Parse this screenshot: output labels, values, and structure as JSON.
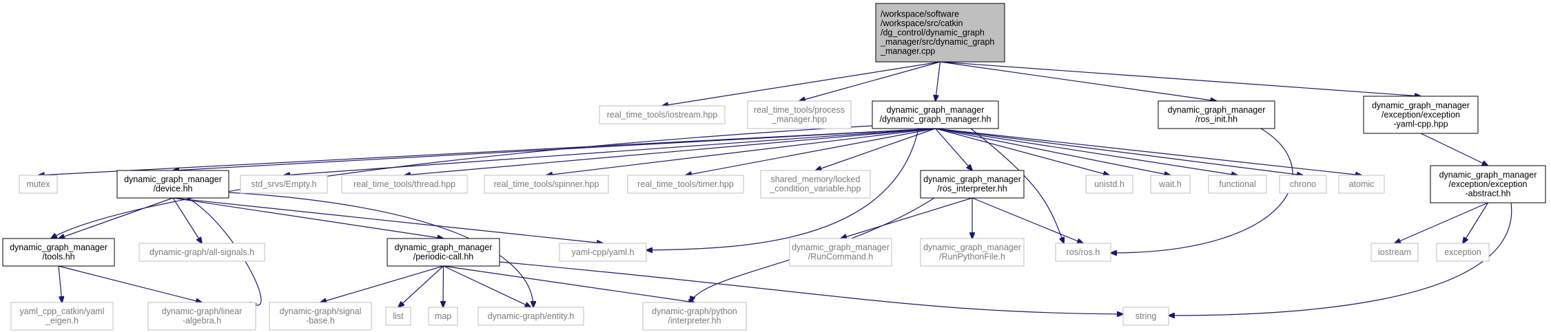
{
  "nodes": [
    {
      "id": "root",
      "lines": [
        "/workspace/software",
        "/workspace/src/catkin",
        "/dg_control/dynamic_graph",
        "_manager/src/dynamic_graph",
        "_manager.cpp"
      ],
      "style": "root"
    },
    {
      "id": "iostream_hpp",
      "lines": [
        "real_time_tools/iostream.hpp"
      ],
      "style": "gray"
    },
    {
      "id": "process_manager",
      "lines": [
        "real_time_tools/process",
        "_manager.hpp"
      ],
      "style": "gray"
    },
    {
      "id": "dgm_hh",
      "lines": [
        "dynamic_graph_manager",
        "/dynamic_graph_manager.hh"
      ],
      "style": "solid"
    },
    {
      "id": "ros_init",
      "lines": [
        "dynamic_graph_manager",
        "/ros_init.hh"
      ],
      "style": "solid"
    },
    {
      "id": "exc_yaml",
      "lines": [
        "dynamic_graph_manager",
        "/exception/exception",
        "-yaml-cpp.hpp"
      ],
      "style": "solid"
    },
    {
      "id": "mutex",
      "lines": [
        "mutex"
      ],
      "style": "gray"
    },
    {
      "id": "device",
      "lines": [
        "dynamic_graph_manager",
        "/device.hh"
      ],
      "style": "solid"
    },
    {
      "id": "empty",
      "lines": [
        "std_srvs/Empty.h"
      ],
      "style": "gray"
    },
    {
      "id": "thread",
      "lines": [
        "real_time_tools/thread.hpp"
      ],
      "style": "gray"
    },
    {
      "id": "spinner",
      "lines": [
        "real_time_tools/spinner.hpp"
      ],
      "style": "gray"
    },
    {
      "id": "timer",
      "lines": [
        "real_time_tools/timer.hpp"
      ],
      "style": "gray"
    },
    {
      "id": "shm",
      "lines": [
        "shared_memory/locked",
        "_condition_variable.hpp"
      ],
      "style": "gray"
    },
    {
      "id": "ros_interp",
      "lines": [
        "dynamic_graph_manager",
        "/ros_interpreter.hh"
      ],
      "style": "solid"
    },
    {
      "id": "unistd",
      "lines": [
        "unistd.h"
      ],
      "style": "gray"
    },
    {
      "id": "wait",
      "lines": [
        "wait.h"
      ],
      "style": "gray"
    },
    {
      "id": "functional",
      "lines": [
        "functional"
      ],
      "style": "gray"
    },
    {
      "id": "chrono",
      "lines": [
        "chrono"
      ],
      "style": "gray"
    },
    {
      "id": "atomic",
      "lines": [
        "atomic"
      ],
      "style": "gray"
    },
    {
      "id": "exc_abs",
      "lines": [
        "dynamic_graph_manager",
        "/exception/exception",
        "-abstract.hh"
      ],
      "style": "solid"
    },
    {
      "id": "tools",
      "lines": [
        "dynamic_graph_manager",
        "/tools.hh"
      ],
      "style": "solid"
    },
    {
      "id": "all_signals",
      "lines": [
        "dynamic-graph/all-signals.h"
      ],
      "style": "gray"
    },
    {
      "id": "periodic",
      "lines": [
        "dynamic_graph_manager",
        "/periodic-call.hh"
      ],
      "style": "solid"
    },
    {
      "id": "yaml",
      "lines": [
        "yaml-cpp/yaml.h"
      ],
      "style": "gray"
    },
    {
      "id": "runcmd",
      "lines": [
        "dynamic_graph_manager",
        "/RunCommand.h"
      ],
      "style": "gray"
    },
    {
      "id": "runpy",
      "lines": [
        "dynamic_graph_manager",
        "/RunPythonFile.h"
      ],
      "style": "gray"
    },
    {
      "id": "ros_h",
      "lines": [
        "ros/ros.h"
      ],
      "style": "gray"
    },
    {
      "id": "iostream",
      "lines": [
        "iostream"
      ],
      "style": "gray"
    },
    {
      "id": "exception",
      "lines": [
        "exception"
      ],
      "style": "gray"
    },
    {
      "id": "yaml_eigen",
      "lines": [
        "yaml_cpp_catkin/yaml",
        "_eigen.h"
      ],
      "style": "gray"
    },
    {
      "id": "linalg",
      "lines": [
        "dynamic-graph/linear",
        "-algebra.h"
      ],
      "style": "gray"
    },
    {
      "id": "sigbase",
      "lines": [
        "dynamic-graph/signal",
        "-base.h"
      ],
      "style": "gray"
    },
    {
      "id": "list",
      "lines": [
        "list"
      ],
      "style": "gray"
    },
    {
      "id": "map",
      "lines": [
        "map"
      ],
      "style": "gray"
    },
    {
      "id": "entity",
      "lines": [
        "dynamic-graph/entity.h"
      ],
      "style": "gray"
    },
    {
      "id": "pyinterp",
      "lines": [
        "dynamic-graph/python",
        "/interpreter.hh"
      ],
      "style": "gray"
    },
    {
      "id": "string",
      "lines": [
        "string"
      ],
      "style": "gray"
    }
  ],
  "edges": [
    [
      "root",
      "iostream_hpp"
    ],
    [
      "root",
      "process_manager"
    ],
    [
      "root",
      "dgm_hh"
    ],
    [
      "root",
      "ros_init"
    ],
    [
      "root",
      "exc_yaml"
    ],
    [
      "dgm_hh",
      "mutex"
    ],
    [
      "dgm_hh",
      "device"
    ],
    [
      "dgm_hh",
      "tools"
    ],
    [
      "dgm_hh",
      "empty"
    ],
    [
      "dgm_hh",
      "thread"
    ],
    [
      "dgm_hh",
      "spinner"
    ],
    [
      "dgm_hh",
      "timer"
    ],
    [
      "dgm_hh",
      "shm"
    ],
    [
      "dgm_hh",
      "yaml"
    ],
    [
      "dgm_hh",
      "ros_interp"
    ],
    [
      "dgm_hh",
      "ros_h"
    ],
    [
      "dgm_hh",
      "unistd"
    ],
    [
      "dgm_hh",
      "wait"
    ],
    [
      "dgm_hh",
      "functional"
    ],
    [
      "dgm_hh",
      "chrono"
    ],
    [
      "dgm_hh",
      "atomic"
    ],
    [
      "ros_init",
      "ros_h"
    ],
    [
      "exc_yaml",
      "exc_abs"
    ],
    [
      "exc_abs",
      "iostream"
    ],
    [
      "exc_abs",
      "exception"
    ],
    [
      "exc_abs",
      "string"
    ],
    [
      "device",
      "tools"
    ],
    [
      "device",
      "all_signals"
    ],
    [
      "device",
      "linalg"
    ],
    [
      "device",
      "periodic"
    ],
    [
      "device",
      "entity"
    ],
    [
      "device",
      "yaml"
    ],
    [
      "tools",
      "yaml_eigen"
    ],
    [
      "tools",
      "linalg"
    ],
    [
      "periodic",
      "sigbase"
    ],
    [
      "periodic",
      "list"
    ],
    [
      "periodic",
      "map"
    ],
    [
      "periodic",
      "entity"
    ],
    [
      "periodic",
      "pyinterp"
    ],
    [
      "periodic",
      "string"
    ],
    [
      "ros_interp",
      "pyinterp"
    ],
    [
      "ros_interp",
      "runcmd"
    ],
    [
      "ros_interp",
      "runpy"
    ],
    [
      "ros_interp",
      "ros_h"
    ]
  ]
}
